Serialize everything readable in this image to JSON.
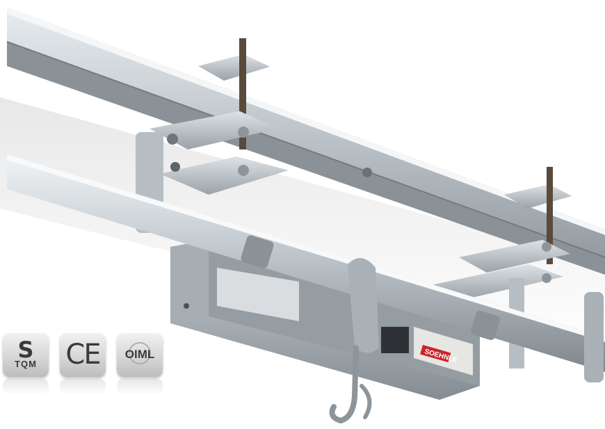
{
  "photo": {
    "subject": "overhead-rail-hook-weighing-scale",
    "label_brand": "SOEHNLE"
  },
  "certifications": [
    {
      "icon": "tqm-icon",
      "symbol": "S",
      "text": "TQM"
    },
    {
      "icon": "ce-mark-icon",
      "text": "CE"
    },
    {
      "icon": "oiml-icon",
      "text": "OIML"
    }
  ],
  "colors": {
    "steel_light": "#d4d9dd",
    "steel_mid": "#a9b0b6",
    "steel_dark": "#6e757b",
    "thread_rod": "#5a4a3c",
    "label_red": "#c8252b",
    "badge_text": "#3a3a3a"
  }
}
